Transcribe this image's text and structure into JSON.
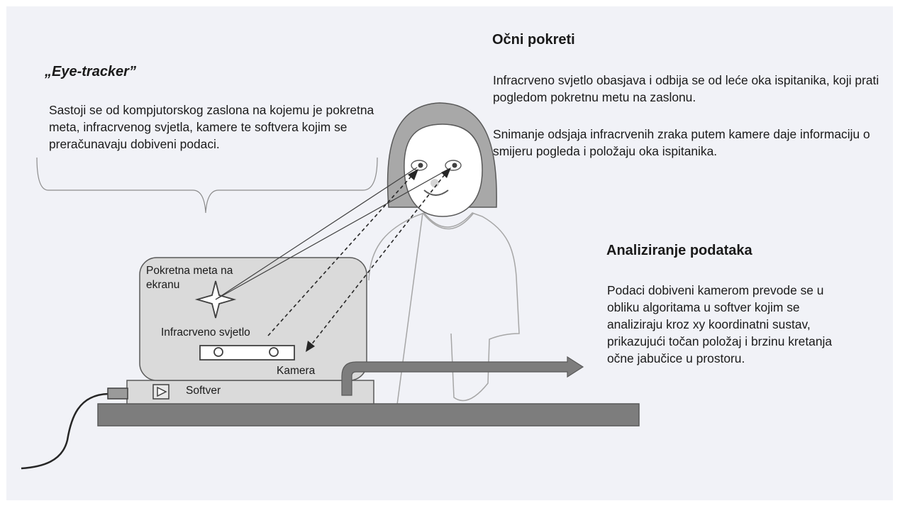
{
  "eye_tracker": {
    "title": "„Eye-tracker”",
    "description": "Sastoji se od kompjutorskog zaslona na kojemu je pokretna meta, infracrvenog svjetla, kamere te softvera kojim se preračunavaju dobiveni podaci."
  },
  "eye_movements": {
    "title": "Očni pokreti",
    "paragraph1": "Infracrveno svjetlo obasjava i odbija se od leće oka ispitanika, koji prati pogledom pokretnu metu na zaslonu.",
    "paragraph2": "Snimanje odsjaja infracrvenih zraka putem kamere daje informaciju o smijeru pogleda i položaju oka ispitanika."
  },
  "analysis": {
    "title": "Analiziranje podataka",
    "paragraph": "Podaci dobiveni kamerom prevode se u obliku algoritama u softver kojim se analiziraju kroz xy koordinatni sustav, prikazujući točan položaj i brzinu kretanja očne jabučice u prostoru."
  },
  "labels": {
    "target": "Pokretna meta na ekranu",
    "infrared": "Infracrveno svjetlo",
    "camera": "Kamera",
    "software": "Softver"
  }
}
